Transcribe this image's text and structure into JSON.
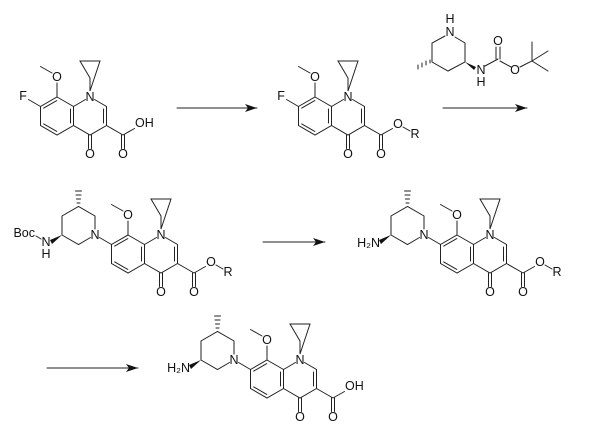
{
  "step1_reactant": {
    "methoxy_O": "O",
    "F": "F",
    "N1": "N",
    "keto_O": "O",
    "carbonyl_O": "O",
    "acid": "OH"
  },
  "step1_product": {
    "methoxy_O": "O",
    "F": "F",
    "N1": "N",
    "keto_O": "O",
    "carbonyl_O": "O",
    "ester_O": "O",
    "R": "R"
  },
  "reagent": {
    "ring_N": "N",
    "ring_H": "H",
    "carbamate_N": "N",
    "carbamate_H": "H",
    "carbonyl_O": "O",
    "ester_O": "O"
  },
  "boc_intermediate": {
    "methoxy_O": "O",
    "N1": "N",
    "keto_O": "O",
    "carbonyl_O": "O",
    "ester_O": "O",
    "R": "R",
    "pip_N": "N",
    "boc": "Boc",
    "amide_N": "N",
    "amide_H": "H"
  },
  "amine_ester": {
    "methoxy_O": "O",
    "N1": "N",
    "keto_O": "O",
    "carbonyl_O": "O",
    "ester_O": "O",
    "R": "R",
    "pip_N": "N",
    "amine": "H₂N"
  },
  "final_product": {
    "methoxy_O": "O",
    "N1": "N",
    "keto_O": "O",
    "carbonyl_O": "O",
    "acid": "OH",
    "pip_N": "N",
    "amine": "H₂N"
  }
}
